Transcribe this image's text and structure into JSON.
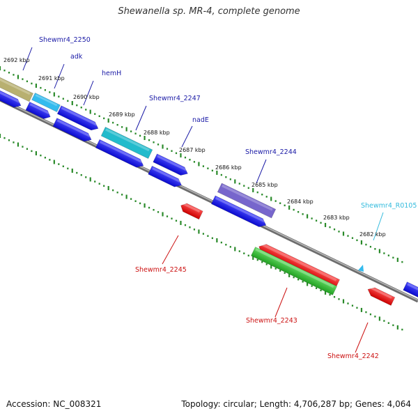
{
  "title": "Shewanella sp. MR-4, complete genome",
  "footer": {
    "accession": "Accession: NC_008321",
    "summary": "Topology: circular; Length: 4,706,287 bp; Genes: 4,064"
  },
  "ticks": [
    "2692 kbp",
    "2691 kbp",
    "2690 kbp",
    "2689 kbp",
    "2688 kbp",
    "2687 kbp",
    "2686 kbp",
    "2685 kbp",
    "2684 kbp",
    "2683 kbp",
    "2682 kbp"
  ],
  "gene_labels": [
    {
      "text": "Shewmr4_2250",
      "color": "#1a1aa6"
    },
    {
      "text": "adk",
      "color": "#1a1aa6"
    },
    {
      "text": "hemH",
      "color": "#1a1aa6"
    },
    {
      "text": "Shewmr4_2247",
      "color": "#1a1aa6"
    },
    {
      "text": "nadE",
      "color": "#1a1aa6"
    },
    {
      "text": "Shewmr4_2244",
      "color": "#1a1aa6"
    },
    {
      "text": "Shewmr4_R0105",
      "color": "#33bbdd"
    },
    {
      "text": "Shewmr4_2245",
      "color": "#cc1111"
    },
    {
      "text": "Shewmr4_2243",
      "color": "#cc1111"
    },
    {
      "text": "Shewmr4_2242",
      "color": "#cc1111"
    }
  ],
  "colors": {
    "backbone": "#888888",
    "tick_green": "#2a8a2a",
    "cds_blue": "#1414e6",
    "cds_red": "#ee1111",
    "rna_green": "#33bb33",
    "khaki": "#b8b070",
    "cyan": "#22bbcc",
    "lightblue": "#33bbee",
    "purple": "#7766cc"
  }
}
